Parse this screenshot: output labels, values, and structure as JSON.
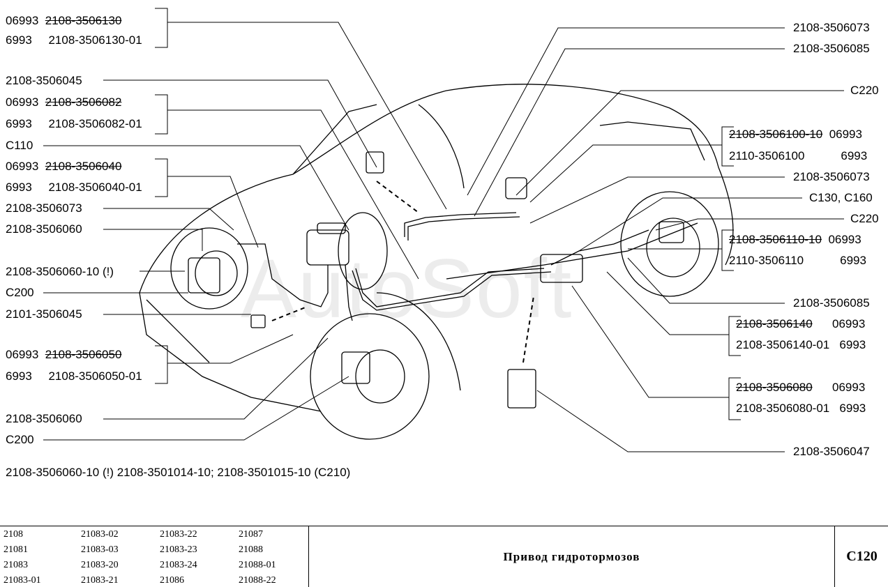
{
  "diagram": {
    "labels_left": [
      {
        "id": "l1a",
        "a": "06993",
        "b": "2108-3506130",
        "b_strike": true
      },
      {
        "id": "l1b",
        "a": "6993",
        "b": "2108-3506130-01"
      },
      {
        "id": "l2",
        "a": "2108-3506045"
      },
      {
        "id": "l3a",
        "a": "06993",
        "b": "2108-3506082",
        "b_strike": true
      },
      {
        "id": "l3b",
        "a": "6993",
        "b": "2108-3506082-01"
      },
      {
        "id": "l4",
        "a": "C110"
      },
      {
        "id": "l5a",
        "a": "06993",
        "b": "2108-3506040",
        "b_strike": true
      },
      {
        "id": "l5b",
        "a": "6993",
        "b": "2108-3506040-01"
      },
      {
        "id": "l6",
        "a": "2108-3506073"
      },
      {
        "id": "l7",
        "a": "2108-3506060"
      },
      {
        "id": "l8",
        "a": "2108-3506060-10 (!)"
      },
      {
        "id": "l9",
        "a": "C200"
      },
      {
        "id": "l10",
        "a": "2101-3506045"
      },
      {
        "id": "l11a",
        "a": "06993",
        "b": "2108-3506050",
        "b_strike": true
      },
      {
        "id": "l11b",
        "a": "6993",
        "b": "2108-3506050-01"
      },
      {
        "id": "l12",
        "a": "2108-3506060"
      },
      {
        "id": "l13",
        "a": "C200"
      }
    ],
    "labels_right": [
      {
        "id": "r1",
        "a": "2108-3506073"
      },
      {
        "id": "r2",
        "a": "2108-3506085"
      },
      {
        "id": "r3",
        "a": "C220"
      },
      {
        "id": "r4a",
        "a": "2108-3506100-10",
        "a_strike": true,
        "b": "06993"
      },
      {
        "id": "r4b",
        "a": "2110-3506100",
        "b": "6993"
      },
      {
        "id": "r5",
        "a": "2108-3506073"
      },
      {
        "id": "r6",
        "a": "C130, C160"
      },
      {
        "id": "r7",
        "a": "C220"
      },
      {
        "id": "r8a",
        "a": "2108-3506110-10",
        "a_strike": true,
        "b": "06993"
      },
      {
        "id": "r8b",
        "a": "2110-3506110",
        "b": "6993"
      },
      {
        "id": "r9",
        "a": "2108-3506085"
      },
      {
        "id": "r10a",
        "a": "2108-3506140",
        "a_strike": true,
        "b": "06993"
      },
      {
        "id": "r10b",
        "a": "2108-3506140-01",
        "b": "6993"
      },
      {
        "id": "r11a",
        "a": "2108-3506080",
        "a_strike": true,
        "b": "06993"
      },
      {
        "id": "r11b",
        "a": "2108-3506080-01",
        "b": "6993"
      },
      {
        "id": "r12",
        "a": "2108-3506047"
      }
    ],
    "note": "2108-3506060-10  (!)  2108-3501014-10;   2108-3501015-10 (C210)",
    "watermark": "AutoSoft"
  },
  "footer": {
    "models": [
      [
        "2108",
        "21083-02",
        "21083-22",
        "21087"
      ],
      [
        "21081",
        "21083-03",
        "21083-23",
        "21088"
      ],
      [
        "21083",
        "21083-20",
        "21083-24",
        "21088-01"
      ],
      [
        "21083-01",
        "21083-21",
        "21086",
        "21088-22"
      ]
    ],
    "title": "Привод гидротормозов",
    "code": "C120"
  }
}
